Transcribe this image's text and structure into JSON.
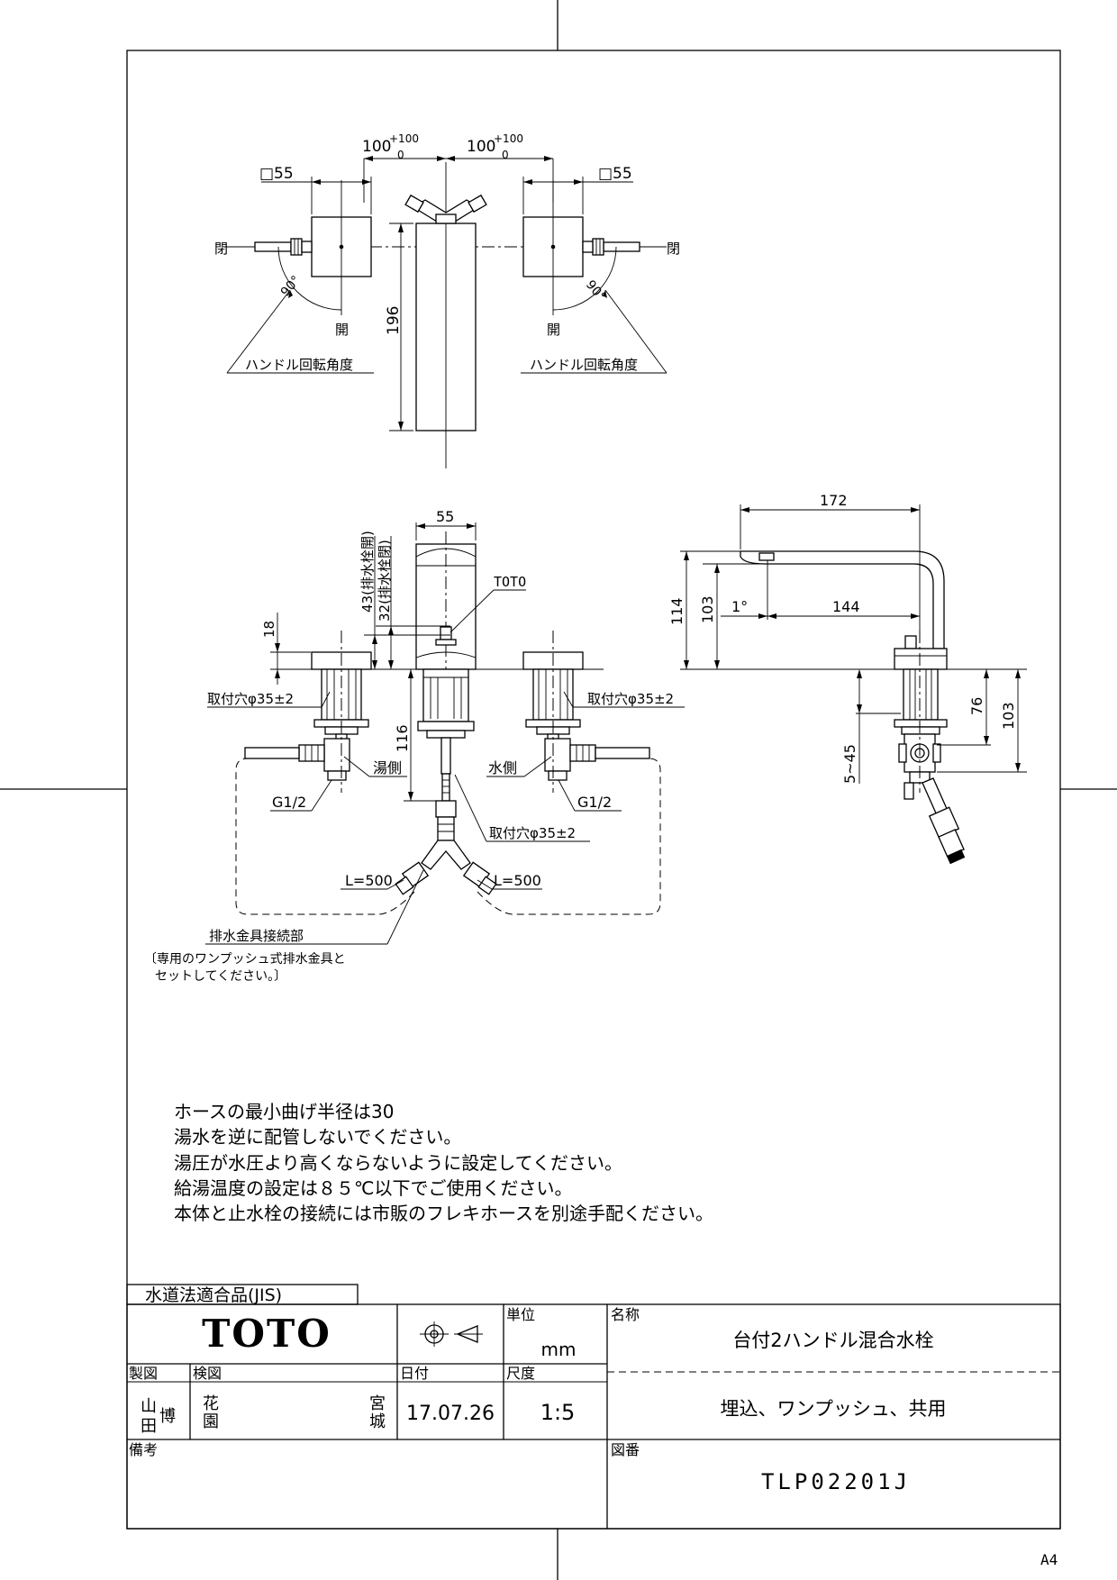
{
  "sheet": {
    "paper_size": "A4"
  },
  "top_view": {
    "spacing_dim_left": "100",
    "spacing_dim_right": "100",
    "tol_upper": "+100",
    "tol_lower": "0",
    "handle_size_left": "□55",
    "handle_size_right": "□55",
    "closed_left": "閉",
    "closed_right": "閉",
    "open_left": "開",
    "open_right": "開",
    "angle_left": "90°",
    "angle_right": "90°",
    "spout_length": "196",
    "handle_rotation_left": "ハンドル回転角度",
    "handle_rotation_right": "ハンドル回転角度"
  },
  "front_view": {
    "spout_width": "55",
    "drain_open_43": "43(排水栓開)",
    "drain_closed_32": "32(排水栓閉)",
    "brand_mark": "TOTO",
    "handle_height": "18",
    "mount_hole_left": "取付穴φ35±2",
    "mount_hole_right": "取付穴φ35±2",
    "mount_hole_center": "取付穴φ35±2",
    "body_depth": "116",
    "hot_side": "湯側",
    "cold_side": "水側",
    "thread_left": "G1/2",
    "thread_right": "G1/2",
    "hose_left": "L=500",
    "hose_right": "L=500",
    "drain_connection": "排水金具接続部",
    "drain_note_line1": "〔専用のワンプッシュ式排水金具と",
    "drain_note_line2": "セットしてください。〕"
  },
  "side_view": {
    "reach": "172",
    "spout_height_total": "114",
    "spout_height_outlet": "103",
    "tilt_angle": "1°",
    "outlet_reach": "144",
    "counter_thickness": "5~45",
    "below_counter_76": "76",
    "below_counter_103": "103"
  },
  "notes": [
    "ホースの最小曲げ半径は30",
    "湯水を逆に配管しないでください。",
    "湯圧が水圧より高くならないように設定してください。",
    "給湯温度の設定は８５℃以下でご使用ください。",
    "本体と止水栓の接続には市販のフレキホースを別途手配ください。"
  ],
  "title_block": {
    "standard_tag": "水道法適合品(JIS)",
    "brand": "TOTO",
    "unit_label": "単位",
    "unit_value": "mm",
    "name_label": "名称",
    "product_name": "台付2ハンドル混合水栓",
    "product_subtitle": "埋込、ワンプッシュ、共用",
    "drawn_label": "製図",
    "drawn_name_a": "山",
    "drawn_name_b": "田",
    "drawn_name_c": "博",
    "checked_label": "検図",
    "checked_a": "花",
    "checked_b": "園",
    "checked_c": "宮",
    "checked_d": "城",
    "date_label": "日付",
    "date_value": "17.07.26",
    "scale_label": "尺度",
    "scale_value": "1:5",
    "remarks_label": "備考",
    "drawing_no_label": "図番",
    "drawing_no": "TLP02201J"
  }
}
